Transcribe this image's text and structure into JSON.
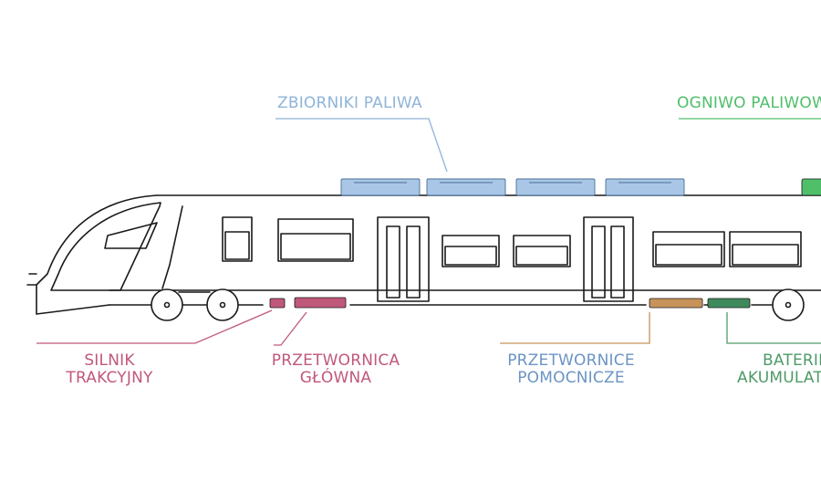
{
  "colors": {
    "outline": "#1a1a1a",
    "fuel_tanks": "#8fb4d9",
    "fuel_tanks_fill": "#a9c6e6",
    "fuel_cell": "#4fbf6a",
    "traction_motor": "#c0587a",
    "main_converter": "#c0587a",
    "aux_converters_text": "#6b94c4",
    "aux_converters_box": "#c8935a",
    "batteries": "#3f8a5c",
    "batteries_text": "#4f9a68"
  },
  "labels": {
    "fuel_tanks": "ZBIORNIKI PALIWA",
    "fuel_cell": "OGNIWO PALIWOWE",
    "traction_motor": [
      "SILNIK",
      "TRAKCYJNY"
    ],
    "main_converter": [
      "PRZETWORNICA",
      "GŁÓWNA"
    ],
    "aux_converters": [
      "PRZETWORNICE",
      "POMOCNICZE"
    ],
    "batteries": [
      "BATERIE",
      "AKUMULATORÓW"
    ]
  }
}
